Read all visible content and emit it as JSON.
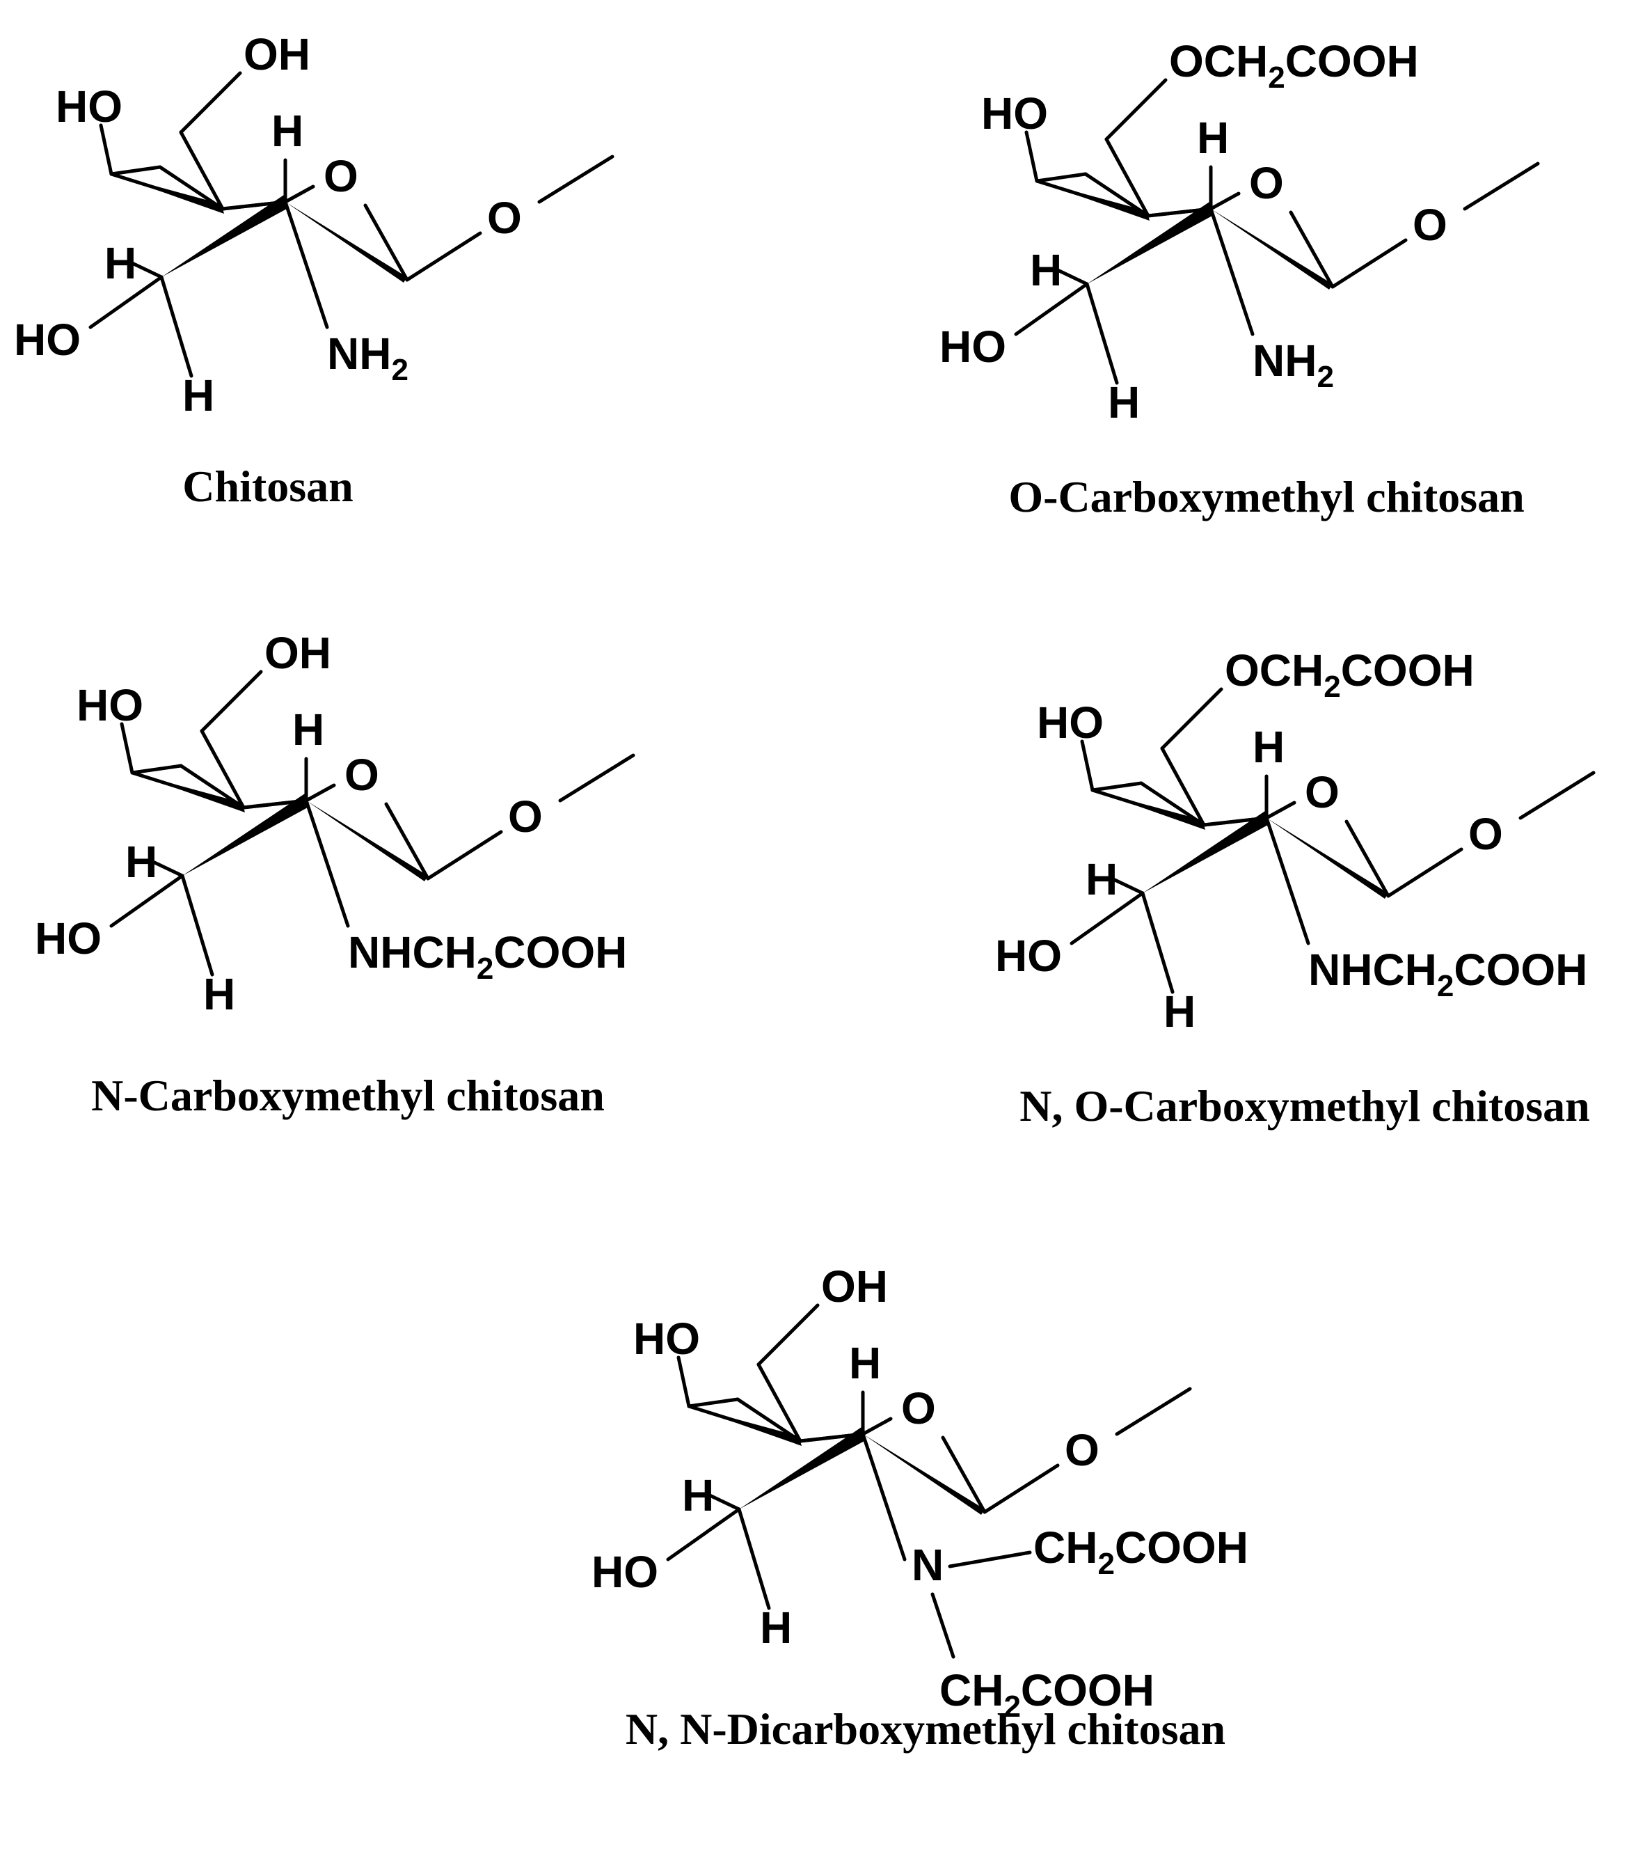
{
  "structures": [
    {
      "caption": "Chitosan",
      "c6_sub": {
        "pre": "OH",
        "sub": "",
        "post": ""
      },
      "c2_sub": {
        "pre": "NH",
        "sub": "2",
        "post": ""
      }
    },
    {
      "caption": "O-Carboxymethyl chitosan",
      "c6_sub": {
        "pre": "OCH",
        "sub": "2",
        "post": "COOH"
      },
      "c2_sub": {
        "pre": "NH",
        "sub": "2",
        "post": ""
      }
    },
    {
      "caption": "N-Carboxymethyl chitosan",
      "c6_sub": {
        "pre": "OH",
        "sub": "",
        "post": ""
      },
      "c2_sub": {
        "pre": "NHCH",
        "sub": "2",
        "post": "COOH"
      }
    },
    {
      "caption": "N, O-Carboxymethyl chitosan",
      "c6_sub": {
        "pre": "OCH",
        "sub": "2",
        "post": "COOH"
      },
      "c2_sub": {
        "pre": "NHCH",
        "sub": "2",
        "post": "COOH"
      }
    },
    {
      "caption": "N, N-Dicarboxymethyl chitosan",
      "c6_sub": {
        "pre": "OH",
        "sub": "",
        "post": ""
      },
      "c2_n": "N",
      "c2_branch1": {
        "pre": "CH",
        "sub": "2",
        "post": "COOH"
      },
      "c2_branch2": {
        "pre": "CH",
        "sub": "2",
        "post": "COOH"
      }
    }
  ],
  "ring_labels": {
    "ho_top": "HO",
    "ho_bottom": "HO",
    "ring_o": "O",
    "glyco_o": "O",
    "h_top": "H",
    "h_mid": "H",
    "h_bottom": "H"
  }
}
